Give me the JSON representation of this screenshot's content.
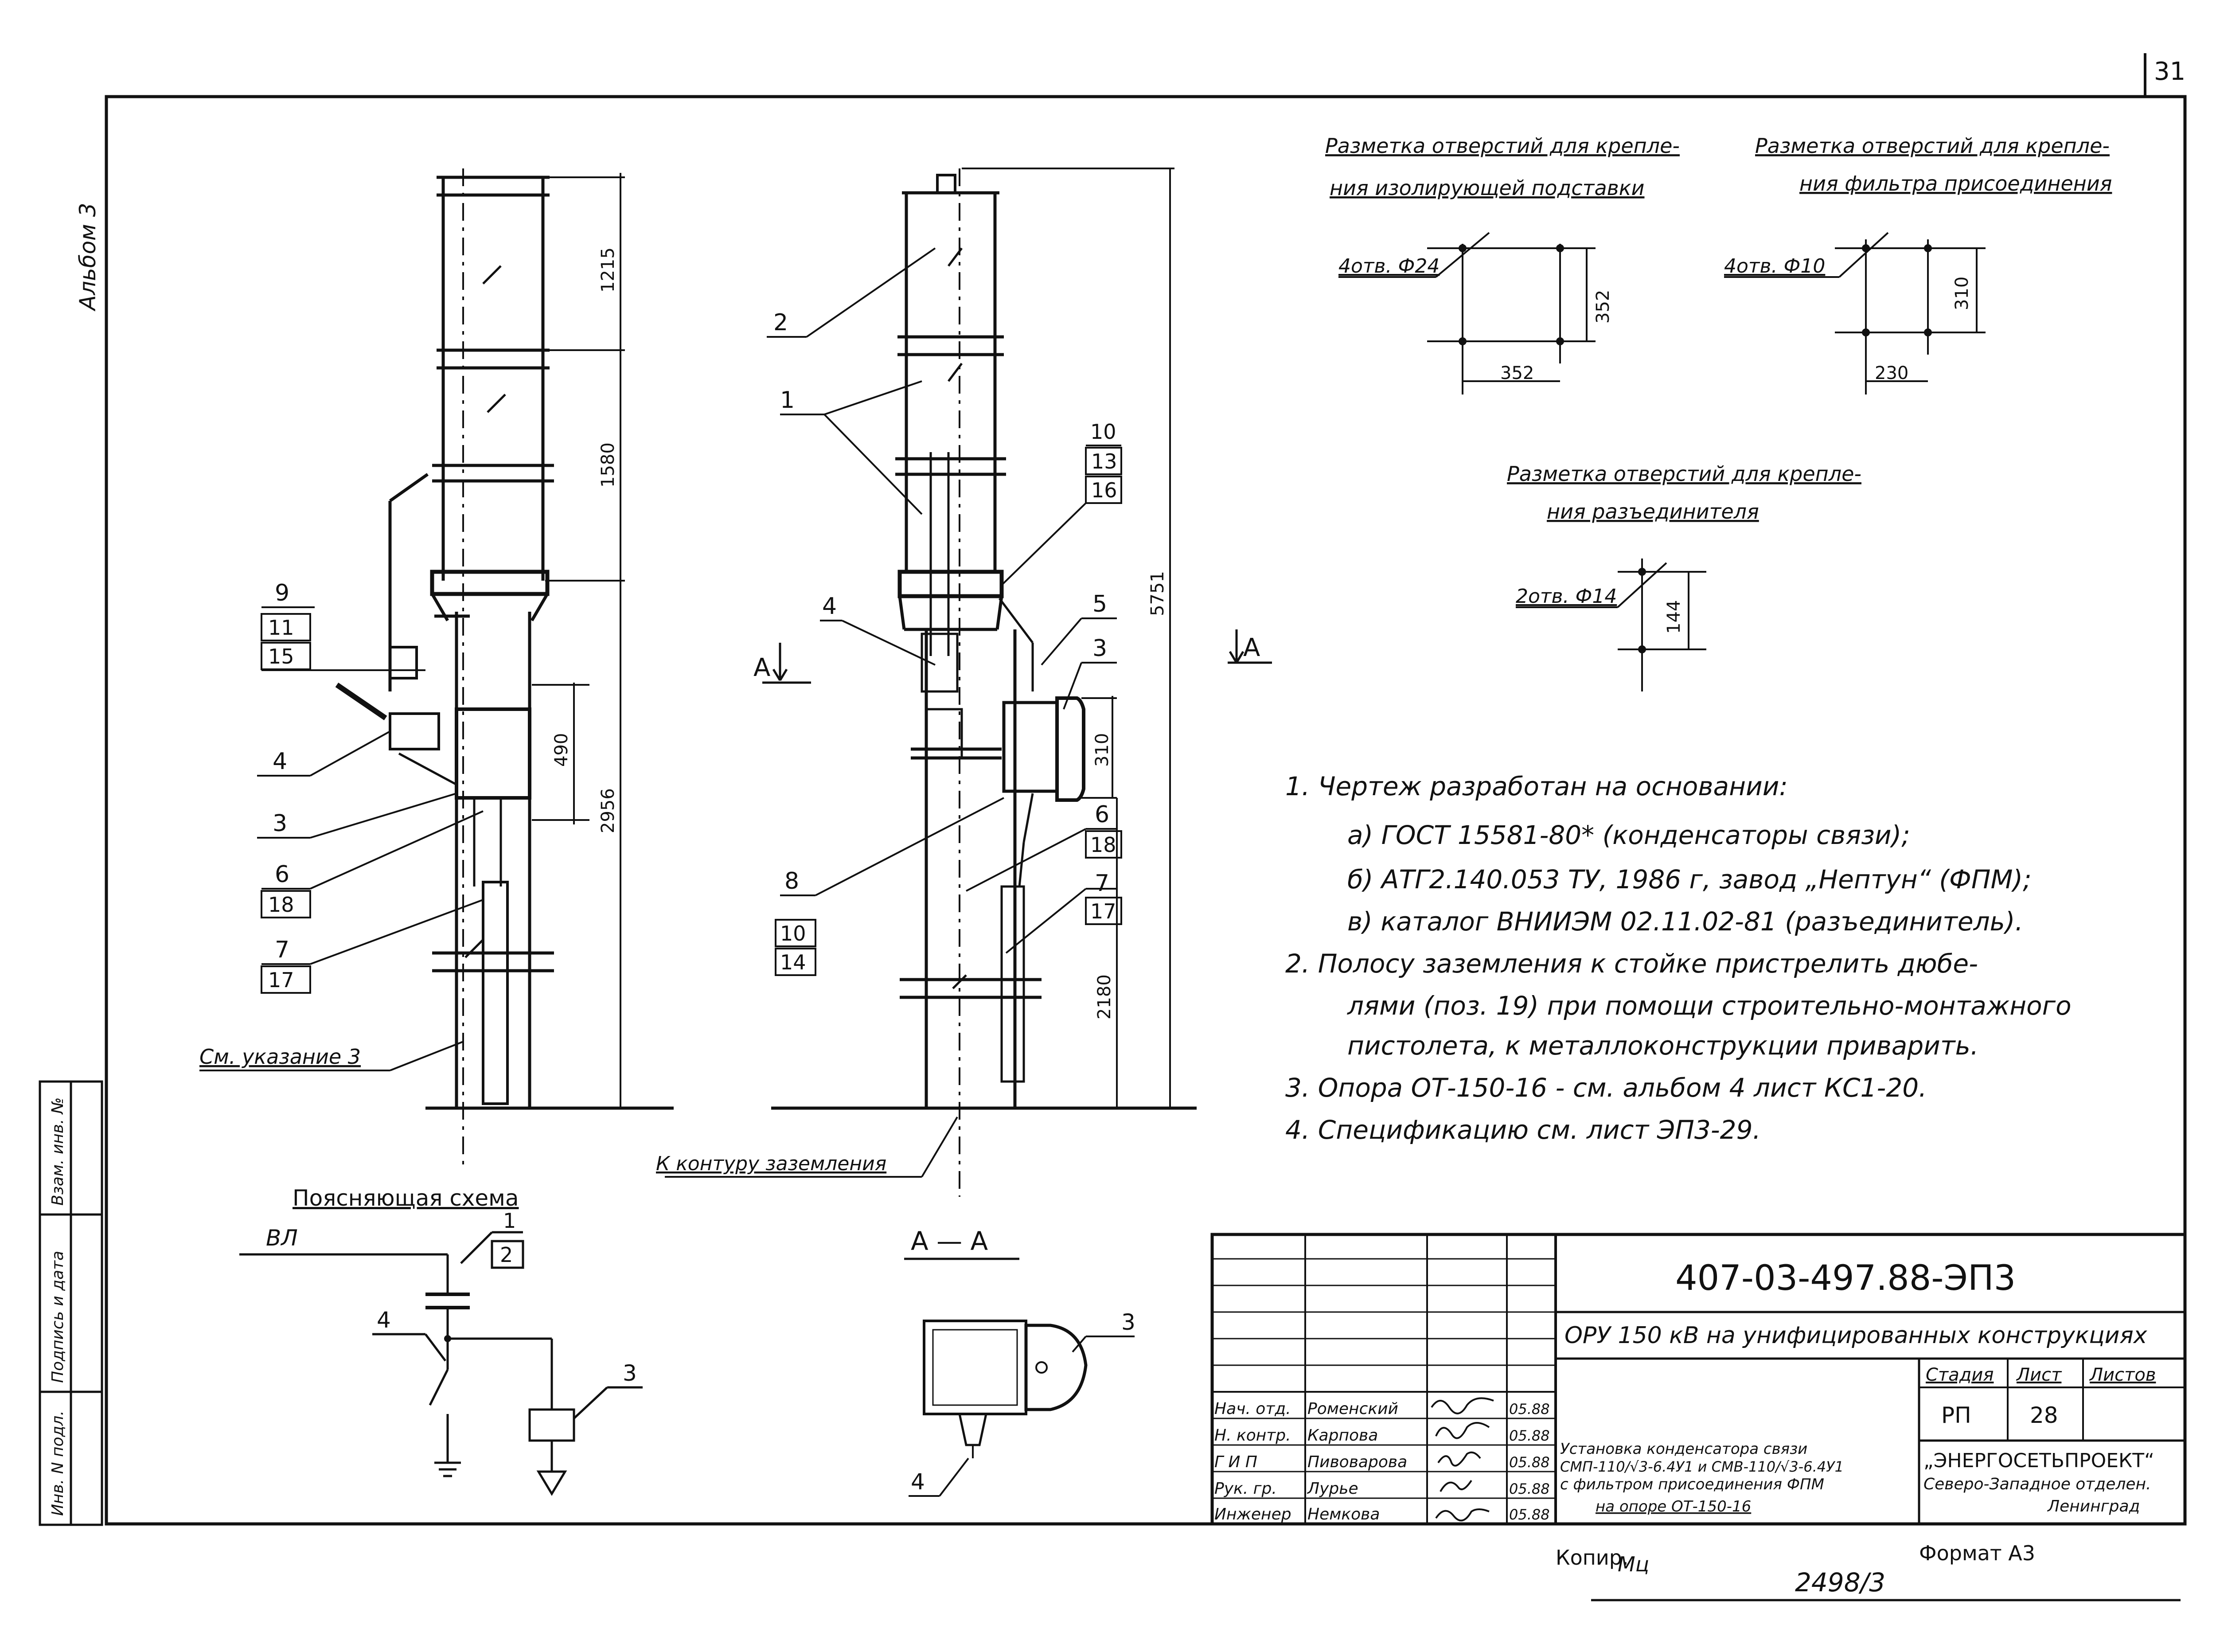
{
  "page_number": "31",
  "album_label": "Альбом 3",
  "side_stamp": [
    "Инв. N подл.",
    "Подпись и дата",
    "Взам. инв. №"
  ],
  "hole_markings": [
    {
      "title": [
        "Разметка отверстий для крепле-",
        "ния изолирующей подставки"
      ],
      "holes": "4отв. Ф24",
      "dims": [
        "352",
        "352"
      ]
    },
    {
      "title": [
        "Разметка отверстий для крепле-",
        "ния фильтра присоединения"
      ],
      "holes": "4отв. Ф10",
      "dims": [
        "230",
        "310"
      ]
    },
    {
      "title": [
        "Разметка отверстий для крепле-",
        "ния разъединителя"
      ],
      "holes": "2отв. Ф14",
      "dims": [
        "144"
      ]
    }
  ],
  "left_view": {
    "dims": [
      "1215",
      "1580",
      "490",
      "2956"
    ],
    "callouts": [
      "9",
      "11",
      "15",
      "4",
      "3",
      "6",
      "18",
      "7",
      "17"
    ],
    "note_link": "См. указание 3"
  },
  "middle_view": {
    "dims": [
      "5751",
      "310",
      "2180"
    ],
    "callouts": [
      "2",
      "1",
      "10",
      "13",
      "16",
      "4",
      "5",
      "3",
      "6",
      "18",
      "7",
      "17",
      "8",
      "10",
      "14"
    ],
    "section_mark": "А",
    "ground_label": "К контуру заземления"
  },
  "schematic": {
    "title": "Поясняющая схема",
    "line_label": "ВЛ",
    "callouts": [
      "1",
      "2",
      "4",
      "3"
    ]
  },
  "section_view": {
    "title": "А — А",
    "callouts": [
      "3",
      "4"
    ]
  },
  "notes": [
    "1.  Чертеж разработан на основании:",
    "а) ГОСТ 15581-80* (конденсаторы связи);",
    "б) АТГ2.140.053 ТУ, 1986 г, завод „Нептун“ (ФПМ);",
    "в) каталог ВНИИЭМ 02.11.02-81 (разъединитель).",
    "2.  Полосу заземления к стойке пристрелить дюбе-",
    "лями (поз. 19) при помощи строительно-монтажного",
    "пистолета, к металлоконструкции приварить.",
    "3.  Опора ОТ-150-16 - см. альбом 4 лист КС1-20.",
    "4.  Спецификацию см. лист ЭП3-29."
  ],
  "title_block": {
    "code": "407-03-497.88-ЭП3",
    "project": "ОРУ 150 кВ на унифицированных конструкциях",
    "drawing_title": [
      "Установка конденсатора связи",
      "СМП-110/√3-6.4У1 и СМВ-110/√3-6.4У1",
      "с фильтром присоединения ФПМ",
      "на опоре ОТ-150-16"
    ],
    "stage_header": "Стадия",
    "sheet_header": "Лист",
    "sheets_header": "Листов",
    "stage": "РП",
    "sheet": "28",
    "organization": [
      "„ЭНЕРГОСЕТЬПРОЕКТ“",
      "Северо-Западное отделен.",
      "Ленинград"
    ],
    "signatures": [
      {
        "role": "Нач. отд.",
        "name": "Роменский",
        "date": "05.88"
      },
      {
        "role": "Н. контр.",
        "name": "Карпова",
        "date": "05.88"
      },
      {
        "role": "Г И П",
        "name": "Пивоварова",
        "date": "05.88"
      },
      {
        "role": "Рук. гр.",
        "name": "Лурье",
        "date": "05.88"
      },
      {
        "role": "Инженер",
        "name": "Немкова",
        "date": "05.88"
      }
    ]
  },
  "footer": {
    "copy_label": "Копир.",
    "copy_sign": "Мц",
    "number": "2498/3",
    "format": "Формат А3"
  }
}
